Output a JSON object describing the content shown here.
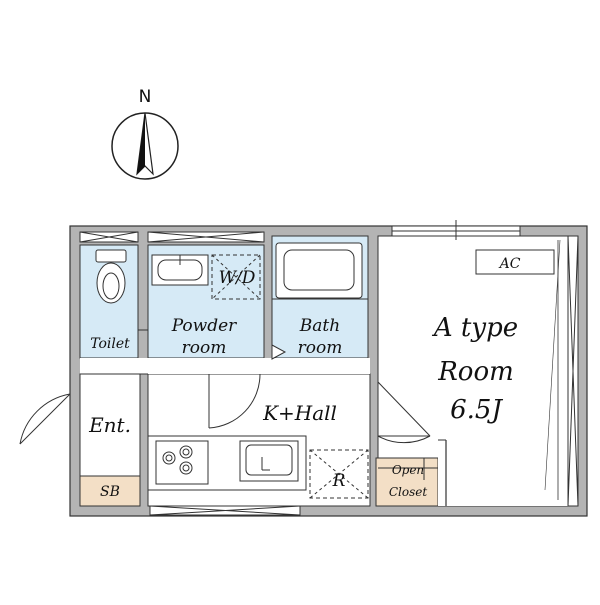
{
  "compass": {
    "north_label": "N"
  },
  "rooms": {
    "main_room": {
      "line1": "A type",
      "line2": "Room",
      "line3": "6.5J"
    },
    "ac": "AC",
    "kitchen_hall": "K+Hall",
    "entrance": "Ent.",
    "toilet": "Toilet",
    "powder_room": {
      "line1": "Powder",
      "line2": "room"
    },
    "washer": "W/D",
    "bath_room": {
      "line1": "Bath",
      "line2": "room"
    },
    "refrigerator": "R",
    "shoe_box": "SB",
    "open_closet": {
      "line1": "Open",
      "line2": "Closet"
    }
  },
  "colors": {
    "wall": "#b4b4b4",
    "wet_area": "#d6eaf6",
    "storage": "#f3dfc6",
    "line": "#222222"
  }
}
